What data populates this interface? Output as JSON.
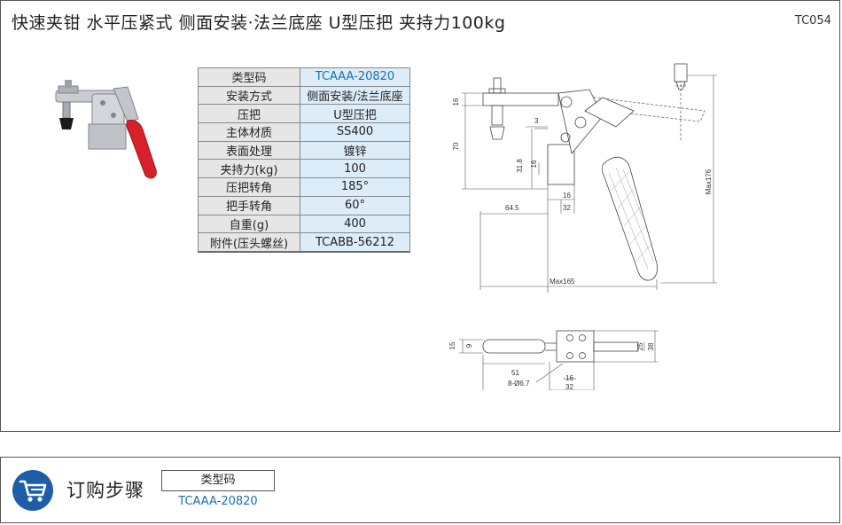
{
  "header": {
    "title": "快速夹钳   水平压紧式  侧面安装·法兰底座   U型压把   夹持力100kg",
    "code": "TC054"
  },
  "spec": {
    "rows": [
      {
        "key": "类型码",
        "value": "TCAAA-20820"
      },
      {
        "key": "安装方式",
        "value": "侧面安装/法兰底座"
      },
      {
        "key": "压把",
        "value": "U型压把"
      },
      {
        "key": "主体材质",
        "value": "SS400"
      },
      {
        "key": "表面处理",
        "value": "镀锌"
      },
      {
        "key": "夹持力(kg)",
        "value": "100"
      },
      {
        "key": "压把转角",
        "value": "185°"
      },
      {
        "key": "把手转角",
        "value": "60°"
      },
      {
        "key": "自重(g)",
        "value": "400"
      },
      {
        "key": "附件(压头螺丝)",
        "value": "TCABB-56212"
      }
    ]
  },
  "drawing": {
    "dims": {
      "d16a": "16",
      "d70": "70",
      "d3": "3",
      "d318": "31.8",
      "d16b": "16",
      "d645": "64.5",
      "d16c": "16",
      "d32a": "32",
      "max176": "Max176",
      "max165": "Max165",
      "d15": "15",
      "d9": "9",
      "d51": "51",
      "d25": "25",
      "d38": "38",
      "d16d": "16",
      "d32b": "32",
      "hole": "8-Ø6.7"
    }
  },
  "order": {
    "title": "订购步骤",
    "header": "类型码",
    "value": "TCAAA-20820"
  },
  "colors": {
    "accent_blue": "#1b6fb3",
    "key_cell": "#e6e6e6",
    "value_cell": "#dcecf8",
    "cart_circle": "#1e5ea8",
    "handle_red": "#d8202a"
  },
  "icons": {
    "cart": "shopping-cart-icon"
  }
}
